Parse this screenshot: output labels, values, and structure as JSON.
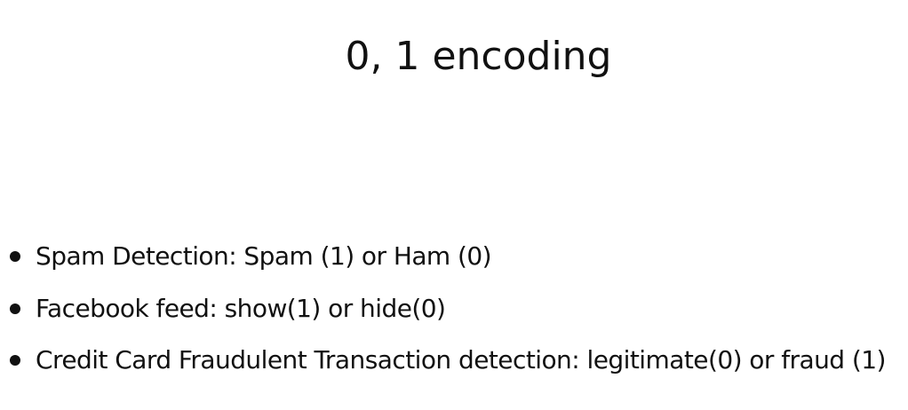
{
  "slide": {
    "title": "0, 1 encoding",
    "bullets": [
      "Spam Detection: Spam (1) or Ham (0)",
      "Facebook feed: show(1) or hide(0)",
      "Credit Card Fraudulent Transaction detection: legitimate(0) or fraud (1)"
    ]
  }
}
